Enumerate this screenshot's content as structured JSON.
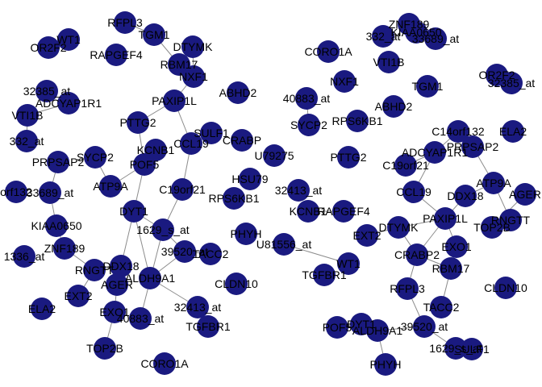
{
  "colors": {
    "background": "#ffffff",
    "node": "#1a1a80",
    "edge": "#8c8c8c",
    "label": "#000000"
  },
  "networks": [
    {
      "nodes": [
        {
          "id": "L01",
          "label": "RFPL3"
        },
        {
          "id": "L02",
          "label": "WT1"
        },
        {
          "id": "L03",
          "label": "OR2F2"
        },
        {
          "id": "L04",
          "label": "TGM1"
        },
        {
          "id": "L05",
          "label": "DTYMK"
        },
        {
          "id": "L06",
          "label": "RBM17"
        },
        {
          "id": "L07",
          "label": "NXF1"
        },
        {
          "id": "L08",
          "label": "RAPGEF4"
        },
        {
          "id": "L09",
          "label": "ABHD2"
        },
        {
          "id": "L10",
          "label": "32385_at"
        },
        {
          "id": "L11",
          "label": "ADCYAP1R1"
        },
        {
          "id": "L12",
          "label": "PAXIP1L"
        },
        {
          "id": "L13",
          "label": "VTI1B"
        },
        {
          "id": "L14",
          "label": "PTTG2"
        },
        {
          "id": "L15",
          "label": "SULF1"
        },
        {
          "id": "L16",
          "label": "332_at"
        },
        {
          "id": "L17",
          "label": "CCL19"
        },
        {
          "id": "L18",
          "label": "CRABP"
        },
        {
          "id": "L19",
          "label": "KCNB1"
        },
        {
          "id": "L20",
          "label": "SYCP2"
        },
        {
          "id": "L21",
          "label": "POF5"
        },
        {
          "id": "L22",
          "label": "PRPSAP2"
        },
        {
          "id": "L23",
          "label": "ATP9A"
        },
        {
          "id": "L24",
          "label": "C19orf21"
        },
        {
          "id": "L25",
          "label": "HSU79"
        },
        {
          "id": "L26",
          "label": "orf132"
        },
        {
          "id": "L27",
          "label": "33689_at"
        },
        {
          "id": "L28",
          "label": "RPS6KB1"
        },
        {
          "id": "L29",
          "label": "DYT1"
        },
        {
          "id": "L30",
          "label": "KIAA0650"
        },
        {
          "id": "L31",
          "label": "1629_s_at"
        },
        {
          "id": "L32",
          "label": "PHYH"
        },
        {
          "id": "L33",
          "label": "ZNF189"
        },
        {
          "id": "L34",
          "label": "39520_at"
        },
        {
          "id": "L35",
          "label": "TACC2"
        },
        {
          "id": "L36",
          "label": "1336_at"
        },
        {
          "id": "L37",
          "label": "DDX18"
        },
        {
          "id": "L38",
          "label": "RNGTT"
        },
        {
          "id": "L39",
          "label": "ALDH9A1"
        },
        {
          "id": "L40",
          "label": "CLDN10"
        },
        {
          "id": "L41",
          "label": "AGER"
        },
        {
          "id": "L42",
          "label": "EXT2"
        },
        {
          "id": "L43",
          "label": "ELA2"
        },
        {
          "id": "L44",
          "label": "EXO1"
        },
        {
          "id": "L45",
          "label": "32413_at"
        },
        {
          "id": "L46",
          "label": "40883_at"
        },
        {
          "id": "L47",
          "label": "TGFBR1"
        },
        {
          "id": "L48",
          "label": "TOP2B"
        },
        {
          "id": "L49",
          "label": "CORO1A"
        }
      ],
      "edges": [
        [
          "L01",
          "L04"
        ],
        [
          "L04",
          "L06"
        ],
        [
          "L06",
          "L07"
        ],
        [
          "L07",
          "L12"
        ],
        [
          "L05",
          "L07"
        ],
        [
          "L12",
          "L14"
        ],
        [
          "L12",
          "L17"
        ],
        [
          "L14",
          "L21"
        ],
        [
          "L21",
          "L23"
        ],
        [
          "L21",
          "L29"
        ],
        [
          "L23",
          "L20"
        ],
        [
          "L11",
          "L13"
        ],
        [
          "L13",
          "L16"
        ],
        [
          "L22",
          "L27"
        ],
        [
          "L27",
          "L30"
        ],
        [
          "L30",
          "L33"
        ],
        [
          "L33",
          "L38"
        ],
        [
          "L17",
          "L24"
        ],
        [
          "L24",
          "L31"
        ],
        [
          "L29",
          "L31"
        ],
        [
          "L29",
          "L37"
        ],
        [
          "L31",
          "L34"
        ],
        [
          "L31",
          "L46"
        ],
        [
          "L34",
          "L35"
        ],
        [
          "L34",
          "L39"
        ],
        [
          "L39",
          "L45"
        ],
        [
          "L37",
          "L41"
        ],
        [
          "L41",
          "L44"
        ],
        [
          "L42",
          "L38"
        ],
        [
          "L44",
          "L48"
        ],
        [
          "L38",
          "L37"
        ],
        [
          "L29",
          "L39"
        ]
      ]
    },
    {
      "nodes": [
        {
          "id": "R01",
          "label": "ZNF189"
        },
        {
          "id": "R02",
          "label": "332_at"
        },
        {
          "id": "R03",
          "label": "KIAA0650"
        },
        {
          "id": "R04",
          "label": "33689_at"
        },
        {
          "id": "R05",
          "label": "CORO1A"
        },
        {
          "id": "R06",
          "label": "VTI1B"
        },
        {
          "id": "R07",
          "label": "OR2F2"
        },
        {
          "id": "R08",
          "label": "32385_at"
        },
        {
          "id": "R09",
          "label": "NXF1"
        },
        {
          "id": "R10",
          "label": "TGM1"
        },
        {
          "id": "R11",
          "label": "40883_at"
        },
        {
          "id": "R12",
          "label": "ABHD2"
        },
        {
          "id": "R13",
          "label": "SYCP2"
        },
        {
          "id": "R14",
          "label": "RPS6KB1"
        },
        {
          "id": "R15",
          "label": "C14orf132"
        },
        {
          "id": "R16",
          "label": "ELA2"
        },
        {
          "id": "R17",
          "label": "PRPSAP2"
        },
        {
          "id": "R18",
          "label": "ADCYAP1R1"
        },
        {
          "id": "R19",
          "label": "U79275"
        },
        {
          "id": "R20",
          "label": "PTTG2"
        },
        {
          "id": "R21",
          "label": "C19orf21"
        },
        {
          "id": "R22",
          "label": "ATP9A"
        },
        {
          "id": "R23",
          "label": "32413_at"
        },
        {
          "id": "R24",
          "label": "CCL19"
        },
        {
          "id": "R25",
          "label": "DDX18"
        },
        {
          "id": "R26",
          "label": "AGER"
        },
        {
          "id": "R27",
          "label": "KCNB1"
        },
        {
          "id": "R28",
          "label": "RAPGEF4"
        },
        {
          "id": "R29",
          "label": "PAXIP1L"
        },
        {
          "id": "R30",
          "label": "RNGTT"
        },
        {
          "id": "R31",
          "label": "DTYMK"
        },
        {
          "id": "R32",
          "label": "TOP2B"
        },
        {
          "id": "R33",
          "label": "EXT2"
        },
        {
          "id": "R34",
          "label": "U81556_at"
        },
        {
          "id": "R35",
          "label": "EXO1"
        },
        {
          "id": "R36",
          "label": "WT1"
        },
        {
          "id": "R37",
          "label": "CRABP2"
        },
        {
          "id": "R38",
          "label": "TGFBR1"
        },
        {
          "id": "R39",
          "label": "RBM17"
        },
        {
          "id": "R40",
          "label": "CLDN10"
        },
        {
          "id": "R41",
          "label": "RFPL3"
        },
        {
          "id": "R42",
          "label": "TACC2"
        },
        {
          "id": "R43",
          "label": "POF5"
        },
        {
          "id": "R44",
          "label": "DYT1"
        },
        {
          "id": "R45",
          "label": "39520_at"
        },
        {
          "id": "R46",
          "label": "ALDH9A1"
        },
        {
          "id": "R47",
          "label": "1629_s_at"
        },
        {
          "id": "R48",
          "label": "SULF1"
        },
        {
          "id": "R49",
          "label": "PHYH"
        }
      ],
      "edges": [
        [
          "R11",
          "R13"
        ],
        [
          "R15",
          "R18"
        ],
        [
          "R18",
          "R21"
        ],
        [
          "R18",
          "R24"
        ],
        [
          "R17",
          "R22"
        ],
        [
          "R22",
          "R25"
        ],
        [
          "R22",
          "R30"
        ],
        [
          "R24",
          "R29"
        ],
        [
          "R25",
          "R29"
        ],
        [
          "R29",
          "R31"
        ],
        [
          "R29",
          "R35"
        ],
        [
          "R29",
          "R37"
        ],
        [
          "R30",
          "R32"
        ],
        [
          "R27",
          "R28"
        ],
        [
          "R31",
          "R33"
        ],
        [
          "R31",
          "R37"
        ],
        [
          "R37",
          "R39"
        ],
        [
          "R39",
          "R42"
        ],
        [
          "R37",
          "R41"
        ],
        [
          "R41",
          "R45"
        ],
        [
          "R45",
          "R47"
        ],
        [
          "R45",
          "R46"
        ],
        [
          "R46",
          "R49"
        ],
        [
          "R43",
          "R44"
        ],
        [
          "R34",
          "R36"
        ],
        [
          "R26",
          "R32"
        ]
      ]
    }
  ]
}
